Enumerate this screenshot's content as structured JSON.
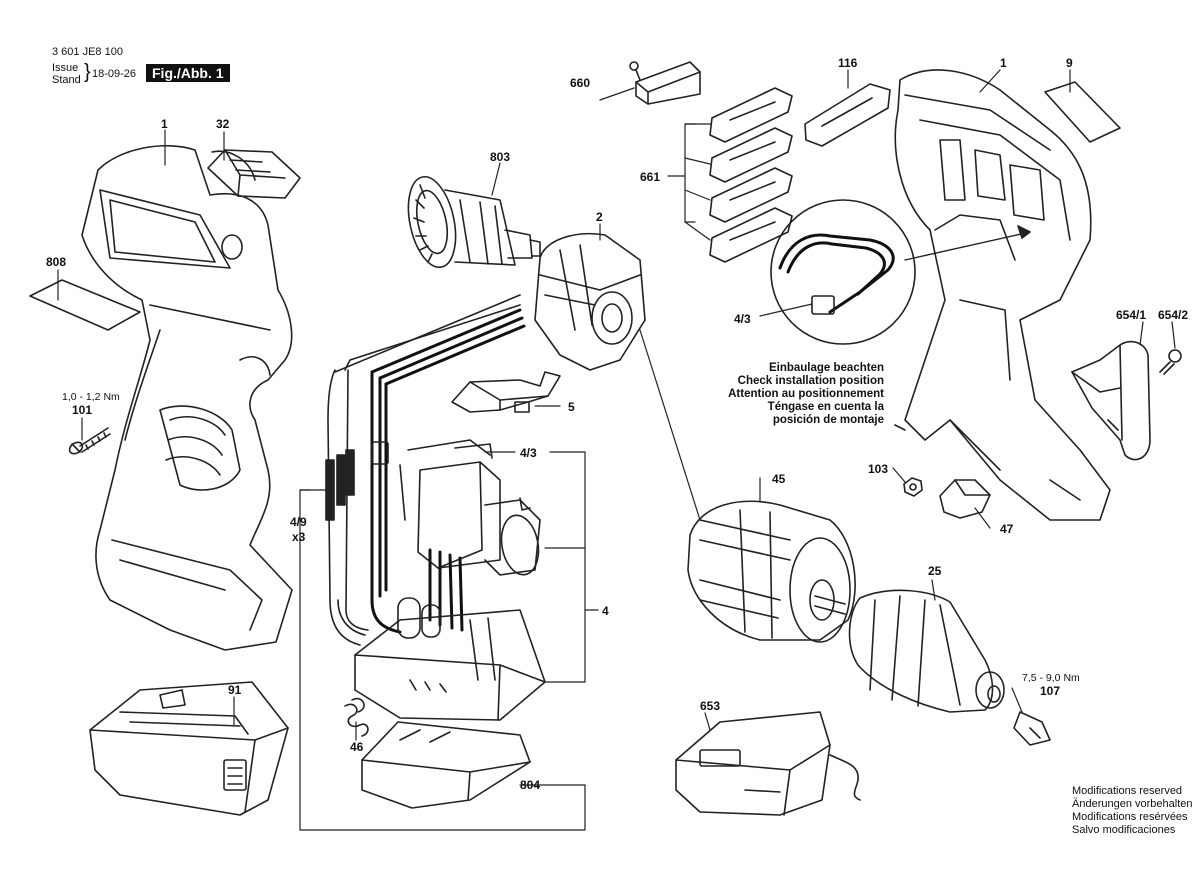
{
  "header": {
    "doc_number": "3 601 JE8 100",
    "issue_label": "Issue",
    "stand_label": "Stand",
    "date": "18-09-26",
    "figure": "Fig./Abb. 1"
  },
  "parts": {
    "p1_left": "1",
    "p32": "32",
    "p808": "808",
    "p101": "101",
    "torque_101": "1,0 - 1,2 Nm",
    "p91": "91",
    "p46": "46",
    "p803": "803",
    "p2": "2",
    "p5": "5",
    "p4_3_mid": "4/3",
    "p4": "4",
    "p4_9": "4/9",
    "x3": "x3",
    "p804": "804",
    "p660": "660",
    "p661": "661",
    "p116": "116",
    "p1_right": "1",
    "p9": "9",
    "p4_3_right": "4/3",
    "p654_1": "654/1",
    "p654_2": "654/2",
    "p103": "103",
    "p47": "47",
    "p45": "45",
    "p25": "25",
    "torque_107": "7,5 - 9,0 Nm",
    "p107": "107",
    "p653": "653"
  },
  "installation_note": [
    "Einbaulage beachten",
    "Check installation position",
    "Attention au positionnement",
    "Téngase en cuenta la",
    "posición de montaje"
  ],
  "modifications": [
    "Modifications reserved",
    "Änderungen vorbehalten",
    "Modifications resérvées",
    "Salvo modificaciones"
  ]
}
